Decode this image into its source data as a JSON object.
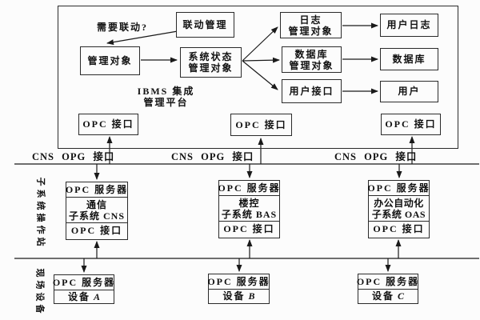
{
  "platform": {
    "title_line1": "IBMS 集成",
    "title_line2": "管理平台",
    "question": "需要联动?",
    "linkage": "联动管理",
    "managed_object": "管理对象",
    "system_status": {
      "l1": "系统状态",
      "l2": "管理对象"
    },
    "log_manager": {
      "l1": "日志",
      "l2": "管理对象"
    },
    "user_log": "用户日志",
    "db_manager": {
      "l1": "数据库",
      "l2": "管理对象"
    },
    "database": "数据库",
    "user_interface": "用户接口",
    "user": "用户",
    "opc_interface": "OPC 接口"
  },
  "bus": {
    "label": "CNS OPG 接口"
  },
  "layers": {
    "subsystem_label": "子系统操作站",
    "field_label": "现场设备"
  },
  "subsystems": [
    {
      "server": "OPC 服务器",
      "name_l1": "通信",
      "name_l2": "子系统 CNS",
      "interface": "OPC 接口"
    },
    {
      "server": "OPC 服务器",
      "name_l1": "楼控",
      "name_l2": "子系统 BAS",
      "interface": "OPC 接口"
    },
    {
      "server": "OPC 服务器",
      "name_l1": "办公自动化",
      "name_l2": "子系统 OAS",
      "interface": "OPC 接口"
    }
  ],
  "devices": [
    {
      "server": "OPC 服务器",
      "label": "设备",
      "letter": "A"
    },
    {
      "server": "OPC 服务器",
      "label": "设备",
      "letter": "B"
    },
    {
      "server": "OPC 服务器",
      "label": "设备",
      "letter": "C"
    }
  ],
  "colors": {
    "line": "#1a1a1a",
    "border": "#2b2b2b",
    "background": "#fcfcfc",
    "text": "#111111"
  }
}
